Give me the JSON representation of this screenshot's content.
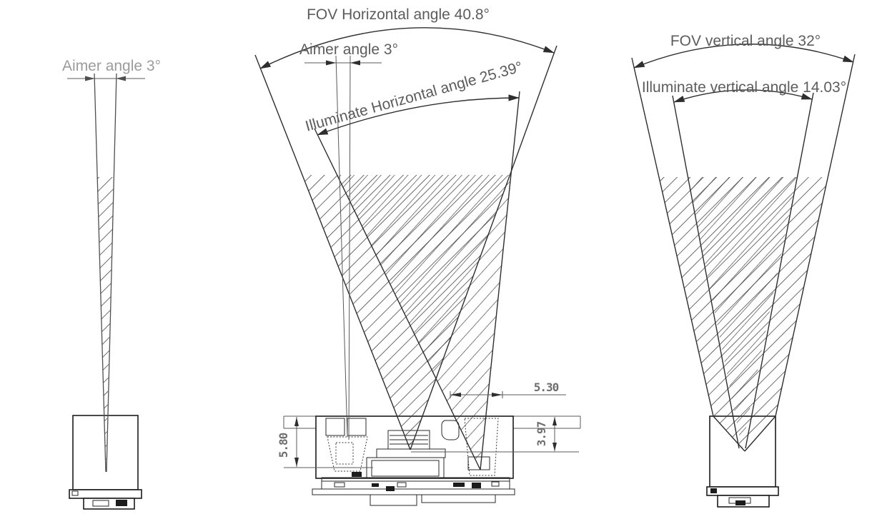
{
  "views": {
    "side": {
      "aimer_label": "Aimer angle 3°"
    },
    "horizontal": {
      "fov_label": "FOV Horizontal angle 40.8°",
      "aimer_label": "Aimer angle 3°",
      "illuminate_label": "Illuminate Horizontal angle 25.39°",
      "dims": {
        "width": "5.30",
        "depth_aimer": "5.80",
        "depth_imager": "3.97"
      }
    },
    "vertical": {
      "fov_label": "FOV vertical angle 32°",
      "illuminate_label": "Illuminate vertical angle 14.03°"
    }
  },
  "colors": {
    "line": "#2e2e2e",
    "hatch": "#3a3a3a",
    "label_dark": "#5c5c5c",
    "label_light": "#9b9b9b",
    "dim_text": "#6e6e6e",
    "background": "#ffffff"
  }
}
